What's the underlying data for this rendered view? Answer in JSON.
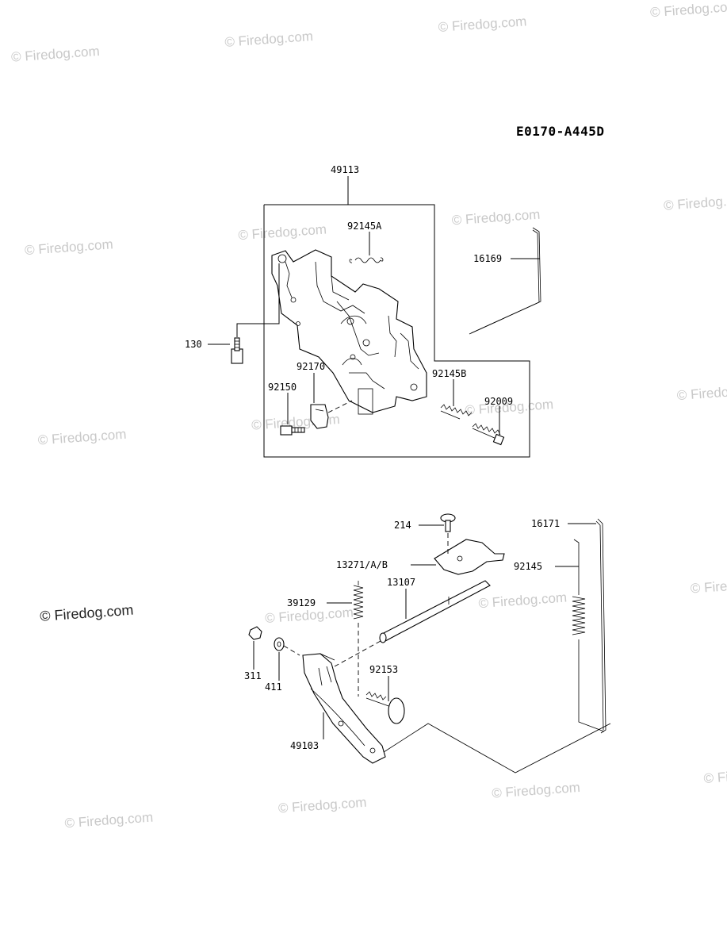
{
  "diagram_code": "E0170-A445D",
  "watermark": "© Firedog.com",
  "part_numbers": {
    "p49113": "49113",
    "p92145A": "92145A",
    "p16169": "16169",
    "p130": "130",
    "p92170": "92170",
    "p92145B": "92145B",
    "p92150": "92150",
    "p92009": "92009",
    "p214": "214",
    "p16171": "16171",
    "p13271": "13271/A/B",
    "p92145": "92145",
    "p39129": "39129",
    "p13107": "13107",
    "p311": "311",
    "p411": "411",
    "p92153": "92153",
    "p49103": "49103"
  }
}
